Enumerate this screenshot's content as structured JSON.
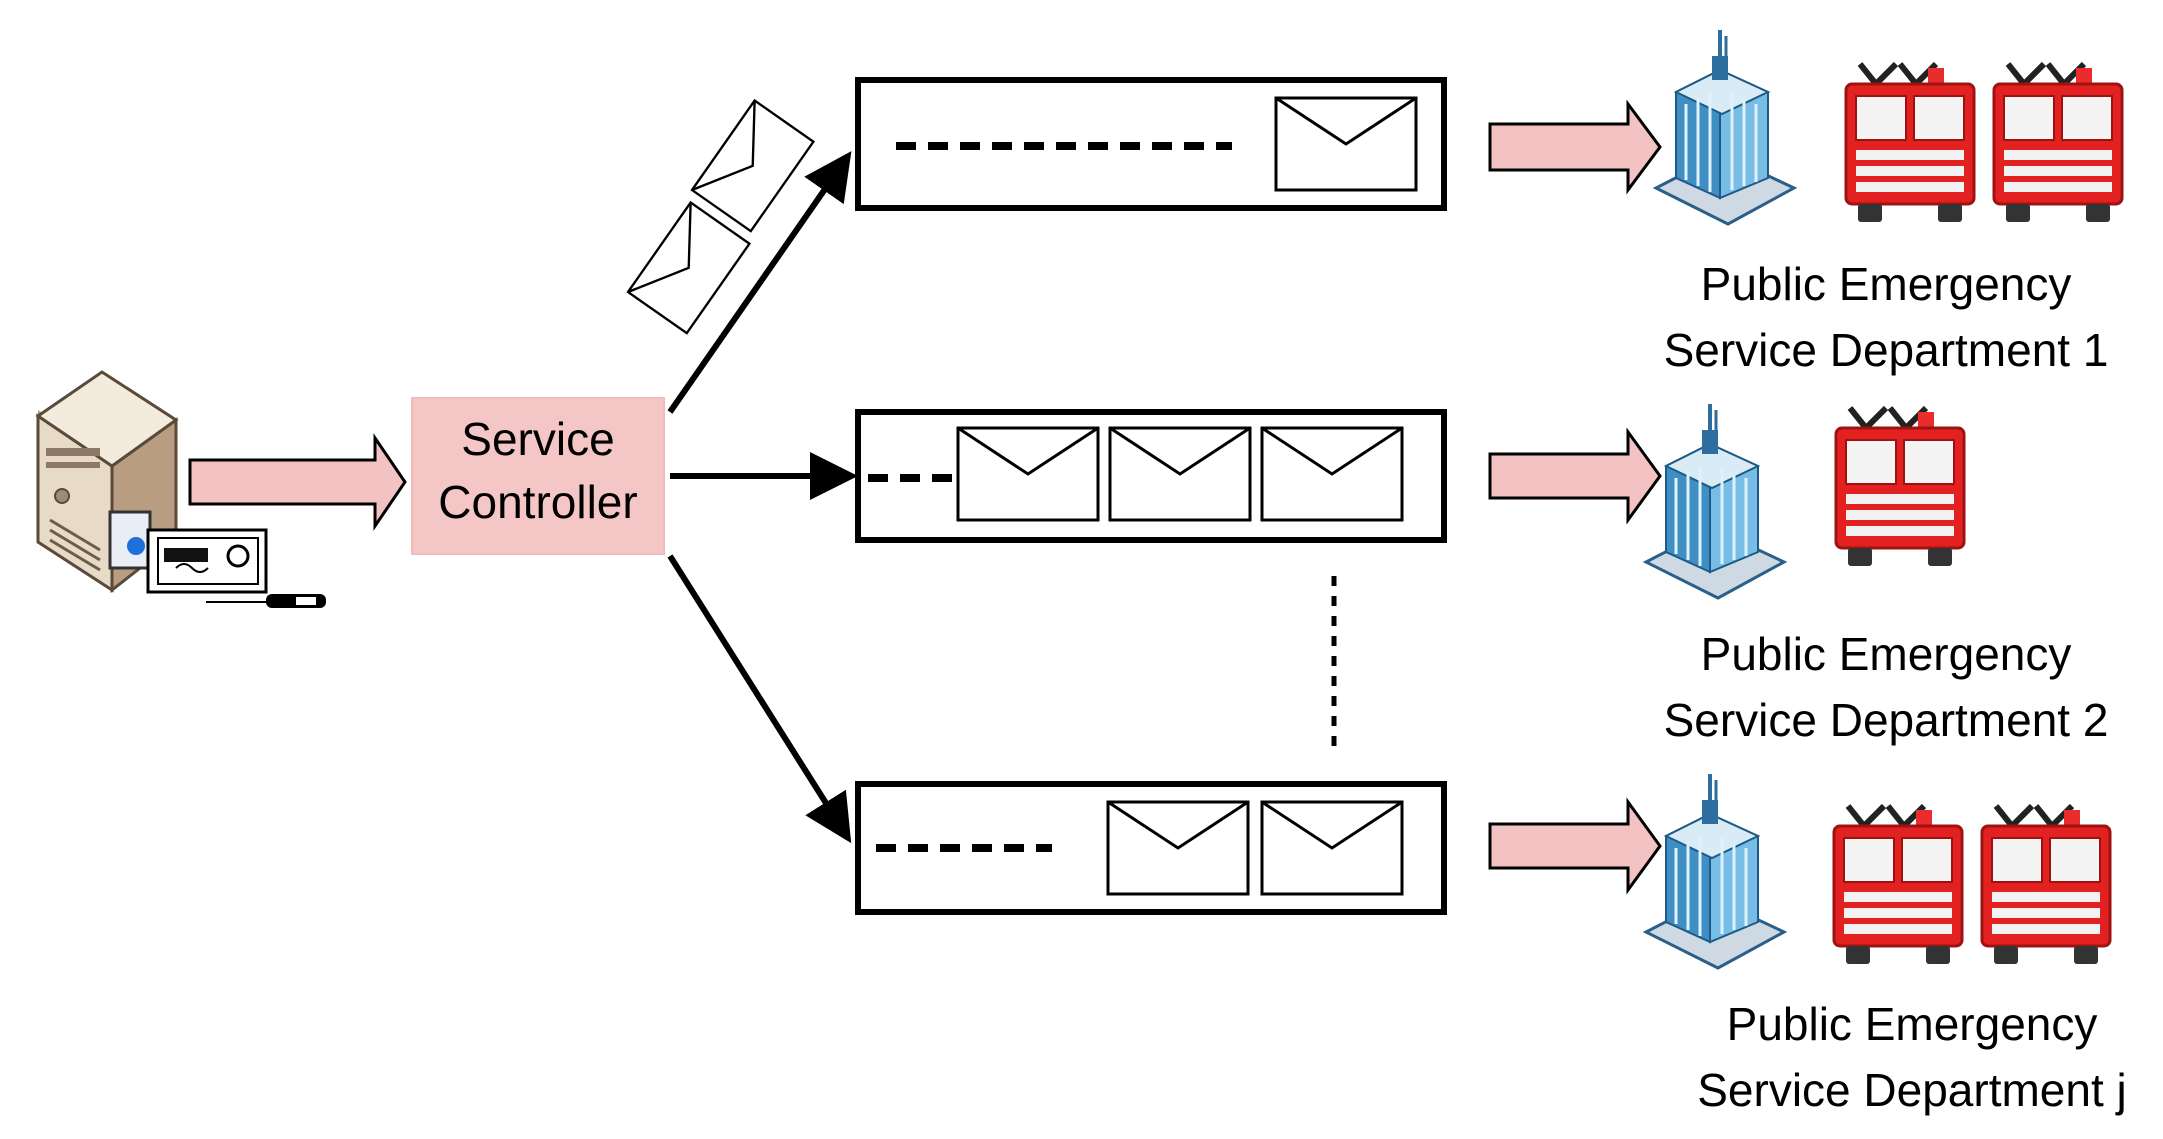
{
  "controller": {
    "line1": "Service",
    "line2": "Controller"
  },
  "departments": [
    {
      "line1": "Public Emergency",
      "line2": "Service Department 1"
    },
    {
      "line1": "Public Emergency",
      "line2": "Service Department 2"
    },
    {
      "line1": "Public Emergency",
      "line2": "Service Department j"
    }
  ],
  "colors": {
    "controller_fill": "#f4c6c5",
    "arrow_fill": "#f3c2c2",
    "truck_red": "#e32121",
    "building_blue": "#4aa0cf"
  },
  "icons": [
    "server-icon",
    "certificate-icon",
    "pen-icon",
    "envelope-icon",
    "building-icon",
    "fire-truck-icon"
  ]
}
